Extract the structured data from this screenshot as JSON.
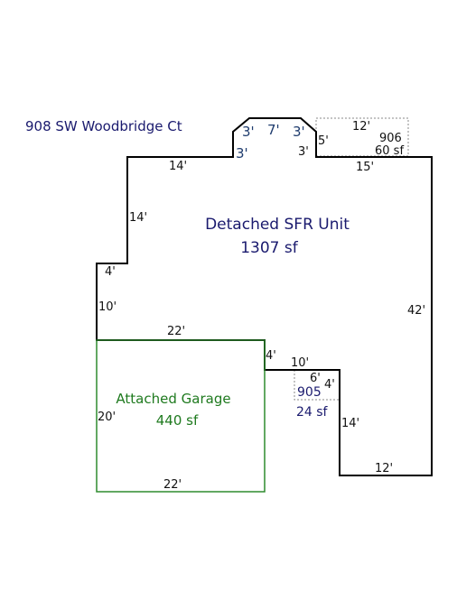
{
  "address": "908 SW Woodbridge Ct",
  "colors": {
    "outline_main": "#000000",
    "outline_garage": "#2e8b2e",
    "label_navy": "#1a1a6e",
    "label_green": "#1f7a1f",
    "dashed_area": "#888888"
  },
  "main_unit": {
    "name": "Detached SFR Unit",
    "area": "1307 sf"
  },
  "garage": {
    "name": "Attached Garage",
    "area": "440 sf"
  },
  "area_906": {
    "id": "906",
    "area": "60 sf",
    "width": "12'",
    "depth": "5'"
  },
  "area_905": {
    "id": "905",
    "area": "24 sf",
    "width": "6'",
    "depth": "4'"
  },
  "dimensions": {
    "bay_left_diag": "3'",
    "bay_top": "7'",
    "bay_right_diag": "3'",
    "bay_left_side": "3'",
    "bay_right_side": "3'",
    "top_left": "14'",
    "top_right": "15'",
    "left_upper": "14'",
    "left_step": "4'",
    "left_lower": "10'",
    "right_side": "42'",
    "garage_top": "22'",
    "garage_left": "20'",
    "garage_bottom": "22'",
    "garage_right_step": "4'",
    "notch_top": "10'",
    "notch_left": "14'",
    "bottom_right": "12'"
  }
}
